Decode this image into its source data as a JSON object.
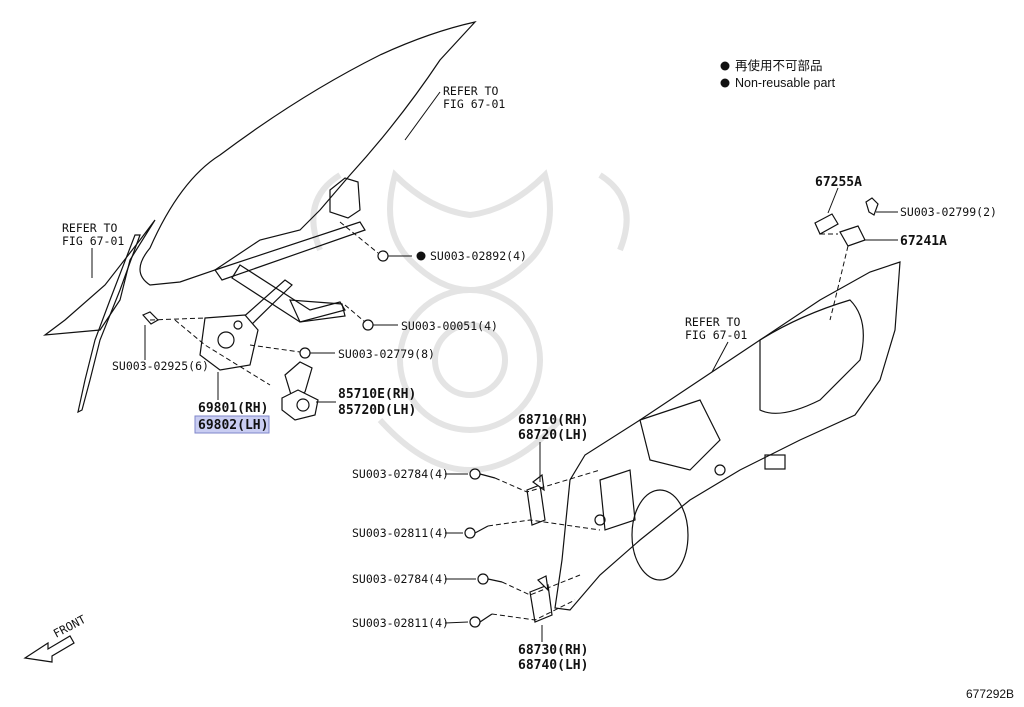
{
  "legend": {
    "line1": "再使用不可部品",
    "line2": "Non-reusable part"
  },
  "refs": {
    "glass_a": "REFER TO",
    "glass_b": "FIG 67-01",
    "front_a": "REFER TO",
    "front_b": "FIG 67-01",
    "door_a": "REFER TO",
    "door_b": "FIG 67-01"
  },
  "parts": {
    "p67255a": "67255A",
    "p67241a": "67241A",
    "su02799": "SU003-02799(2)",
    "su02892": "SU003-02892(4)",
    "su00051": "SU003-00051(4)",
    "su02779": "SU003-02779(8)",
    "su02925": "SU003-02925(6)",
    "p69801": "69801(RH)",
    "p69802": "69802(LH)",
    "p85710e": "85710E(RH)",
    "p85720d": "85720D(LH)",
    "p68710": "68710(RH)",
    "p68720": "68720(LH)",
    "su02784a": "SU003-02784(4)",
    "su02811a": "SU003-02811(4)",
    "su02784b": "SU003-02784(4)",
    "su02811b": "SU003-02811(4)",
    "p68730": "68730(RH)",
    "p68740": "68740(LH)"
  },
  "front_label": "FRONT",
  "diagram_code": "677292B",
  "highlight_color": "#c9cdf2"
}
